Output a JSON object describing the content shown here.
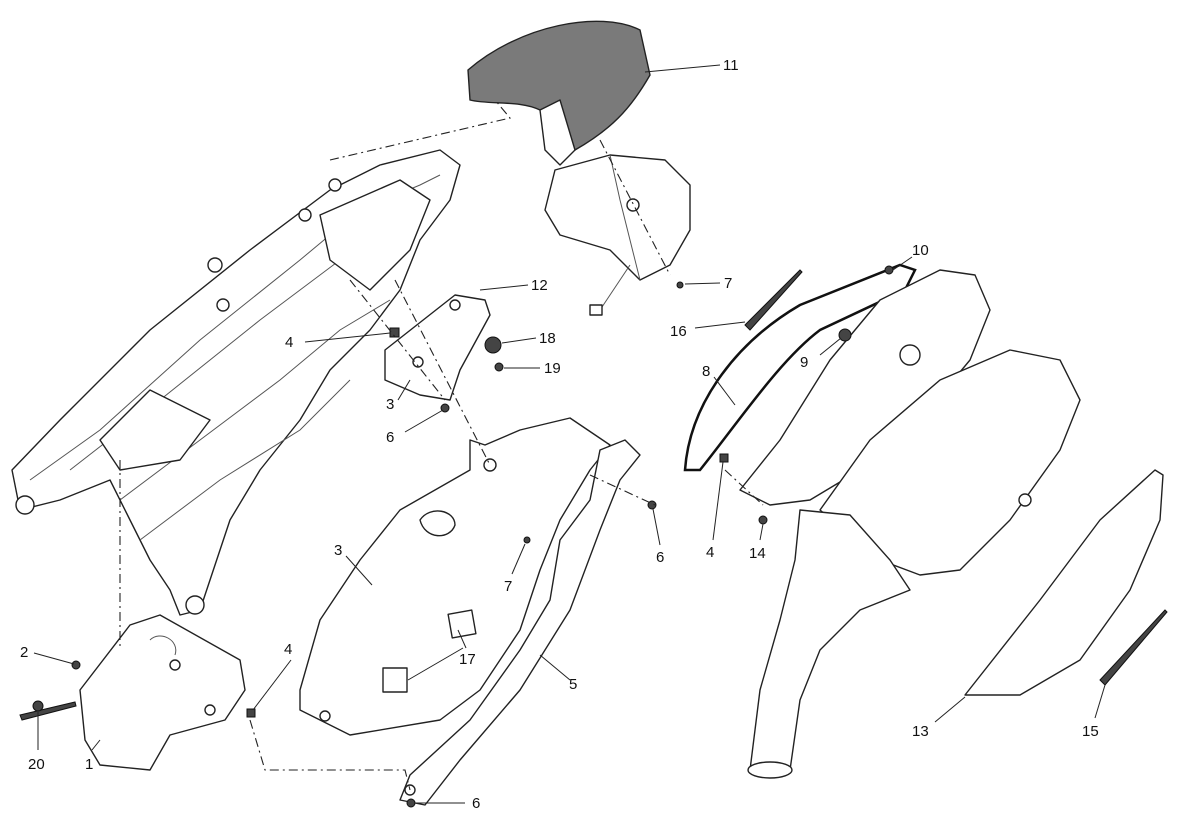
{
  "diagram": {
    "type": "exploded-parts-diagram",
    "callouts": [
      "11",
      "12",
      "4",
      "18",
      "19",
      "3",
      "6",
      "7",
      "16",
      "10",
      "9",
      "8",
      "4",
      "14",
      "6",
      "7",
      "3",
      "17",
      "5",
      "2",
      "4",
      "20",
      "1",
      "6",
      "13",
      "15"
    ],
    "colors": {
      "line": "#222222",
      "shaded_part": "#7a7a7a",
      "background": "#ffffff"
    }
  }
}
